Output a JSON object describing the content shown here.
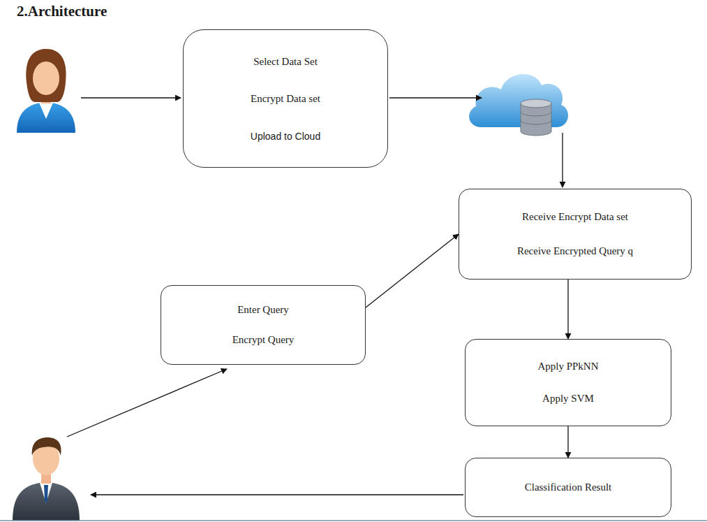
{
  "diagram": {
    "title": "2.Architecture",
    "nodes": [
      {
        "text": [
          "Select Data Set",
          "Encrypt Data set",
          "Upload to Cloud"
        ]
      },
      {
        "text": [
          "Receive Encrypt Data set",
          "Receive Encrypted Query q"
        ]
      },
      {
        "text": [
          "Enter Query",
          "Encrypt Query"
        ]
      },
      {
        "text": [
          "Apply PPkNN",
          "Apply SVM"
        ]
      },
      {
        "text": [
          "Classification Result"
        ]
      }
    ],
    "edges": [
      {
        "from": 2,
        "to": 1,
        "arrow": "to"
      },
      {
        "from": 1,
        "to": 3,
        "arrow": "to"
      },
      {
        "from": 3,
        "to": 4,
        "arrow": "to"
      }
    ]
  }
}
